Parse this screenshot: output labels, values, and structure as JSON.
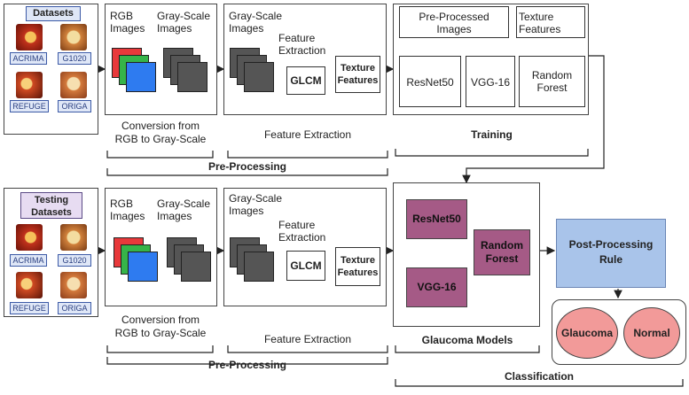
{
  "top": {
    "datasets_title": "Datasets",
    "datasets": [
      "ACRIMA",
      "G1020",
      "REFUGE",
      "ORIGA"
    ],
    "rgb_label": "RGB\nImages",
    "gray_label": "Gray-Scale\nImages",
    "conversion_caption": "Conversion from\nRGB to Gray-Scale",
    "fe_gray_label": "Gray-Scale\nImages",
    "fe_extraction_label": "Feature\nExtraction",
    "glcm": "GLCM",
    "texture": "Texture\nFeatures",
    "fe_caption": "Feature Extraction",
    "preprocessing_caption": "Pre-Processing",
    "training": {
      "pre_processed": "Pre-Processed\nImages",
      "texture_features": "Texture\nFeatures",
      "resnet": "ResNet50",
      "vgg": "VGG-16",
      "rf": "Random\nForest",
      "caption": "Training"
    }
  },
  "bottom": {
    "datasets_title": "Testing\nDatasets",
    "datasets": [
      "ACRIMA",
      "G1020",
      "REFUGE",
      "ORIGA"
    ],
    "rgb_label": "RGB\nImages",
    "gray_label": "Gray-Scale\nImages",
    "conversion_caption": "Conversion from\nRGB to Gray-Scale",
    "fe_gray_label": "Gray-Scale\nImages",
    "fe_extraction_label": "Feature\nExtraction",
    "glcm": "GLCM",
    "texture": "Texture\nFeatures",
    "fe_caption": "Feature Extraction",
    "preprocessing_caption": "Pre-Processing",
    "models": {
      "resnet": "ResNet50",
      "vgg": "VGG-16",
      "rf": "Random\nForest",
      "caption": "Glaucoma Models"
    },
    "post_processing": "Post-Processing\nRule",
    "glaucoma": "Glaucoma",
    "normal": "Normal",
    "classification_caption": "Classification"
  },
  "colors": {
    "red": "#e8393b",
    "green": "#36b449",
    "blue": "#2e7bf0",
    "gray_stack": "#555555",
    "model_purple": "#a55a86",
    "post_blue": "#a9c4ea",
    "circle_pink": "#f29a99",
    "dataset_fill": "#dfe7f7",
    "testing_fill": "#e7dcf2"
  }
}
